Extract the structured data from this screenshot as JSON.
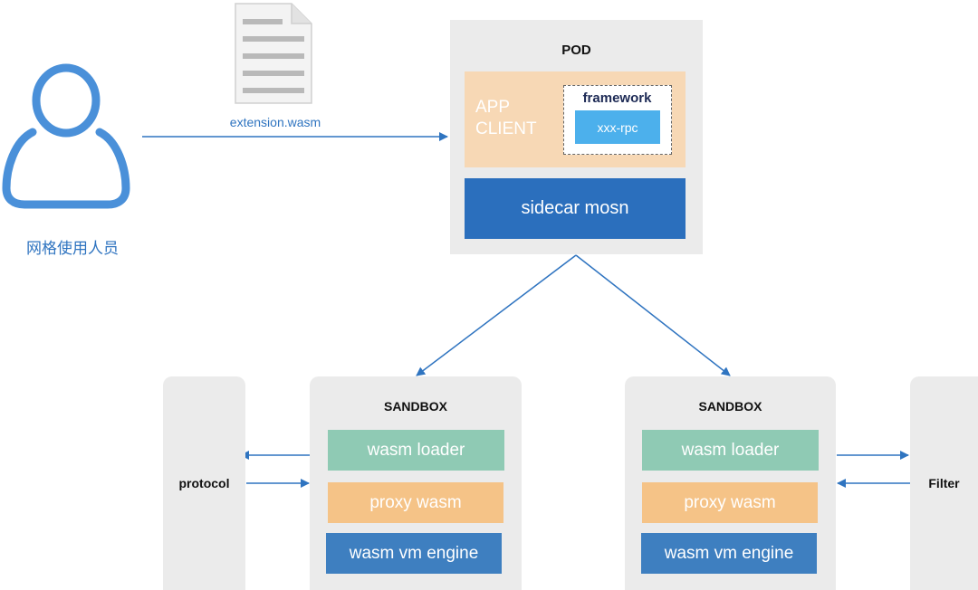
{
  "user": {
    "label": "网格使用人员",
    "icon": "user-icon"
  },
  "file": {
    "label": "extension.wasm",
    "icon": "document-icon"
  },
  "pod": {
    "title": "POD",
    "app_client": {
      "line1": "APP",
      "line2": "CLIENT"
    },
    "framework": {
      "label": "framework",
      "rpc": "xxx-rpc"
    },
    "sidecar": "sidecar mosn"
  },
  "sandbox_left": {
    "title": "SANDBOX",
    "layers": [
      "wasm loader",
      "proxy wasm",
      "wasm vm engine"
    ]
  },
  "sandbox_right": {
    "title": "SANDBOX",
    "layers": [
      "wasm loader",
      "proxy wasm",
      "wasm vm engine"
    ]
  },
  "protocol": {
    "label": "protocol"
  },
  "filter": {
    "label": "Filter"
  },
  "colors": {
    "arrow": "#2f74c0",
    "user_icon": "#4a90d9",
    "pod_bg": "#ebebeb",
    "app_client_bg": "#f7d8b5",
    "rpc_bg": "#4cb0ec",
    "sidecar_bg": "#2b6fbd",
    "wasm_loader_bg": "#8fcab4",
    "proxy_wasm_bg": "#f5c387",
    "wasm_vm_engine_bg": "#3e7fc0"
  }
}
